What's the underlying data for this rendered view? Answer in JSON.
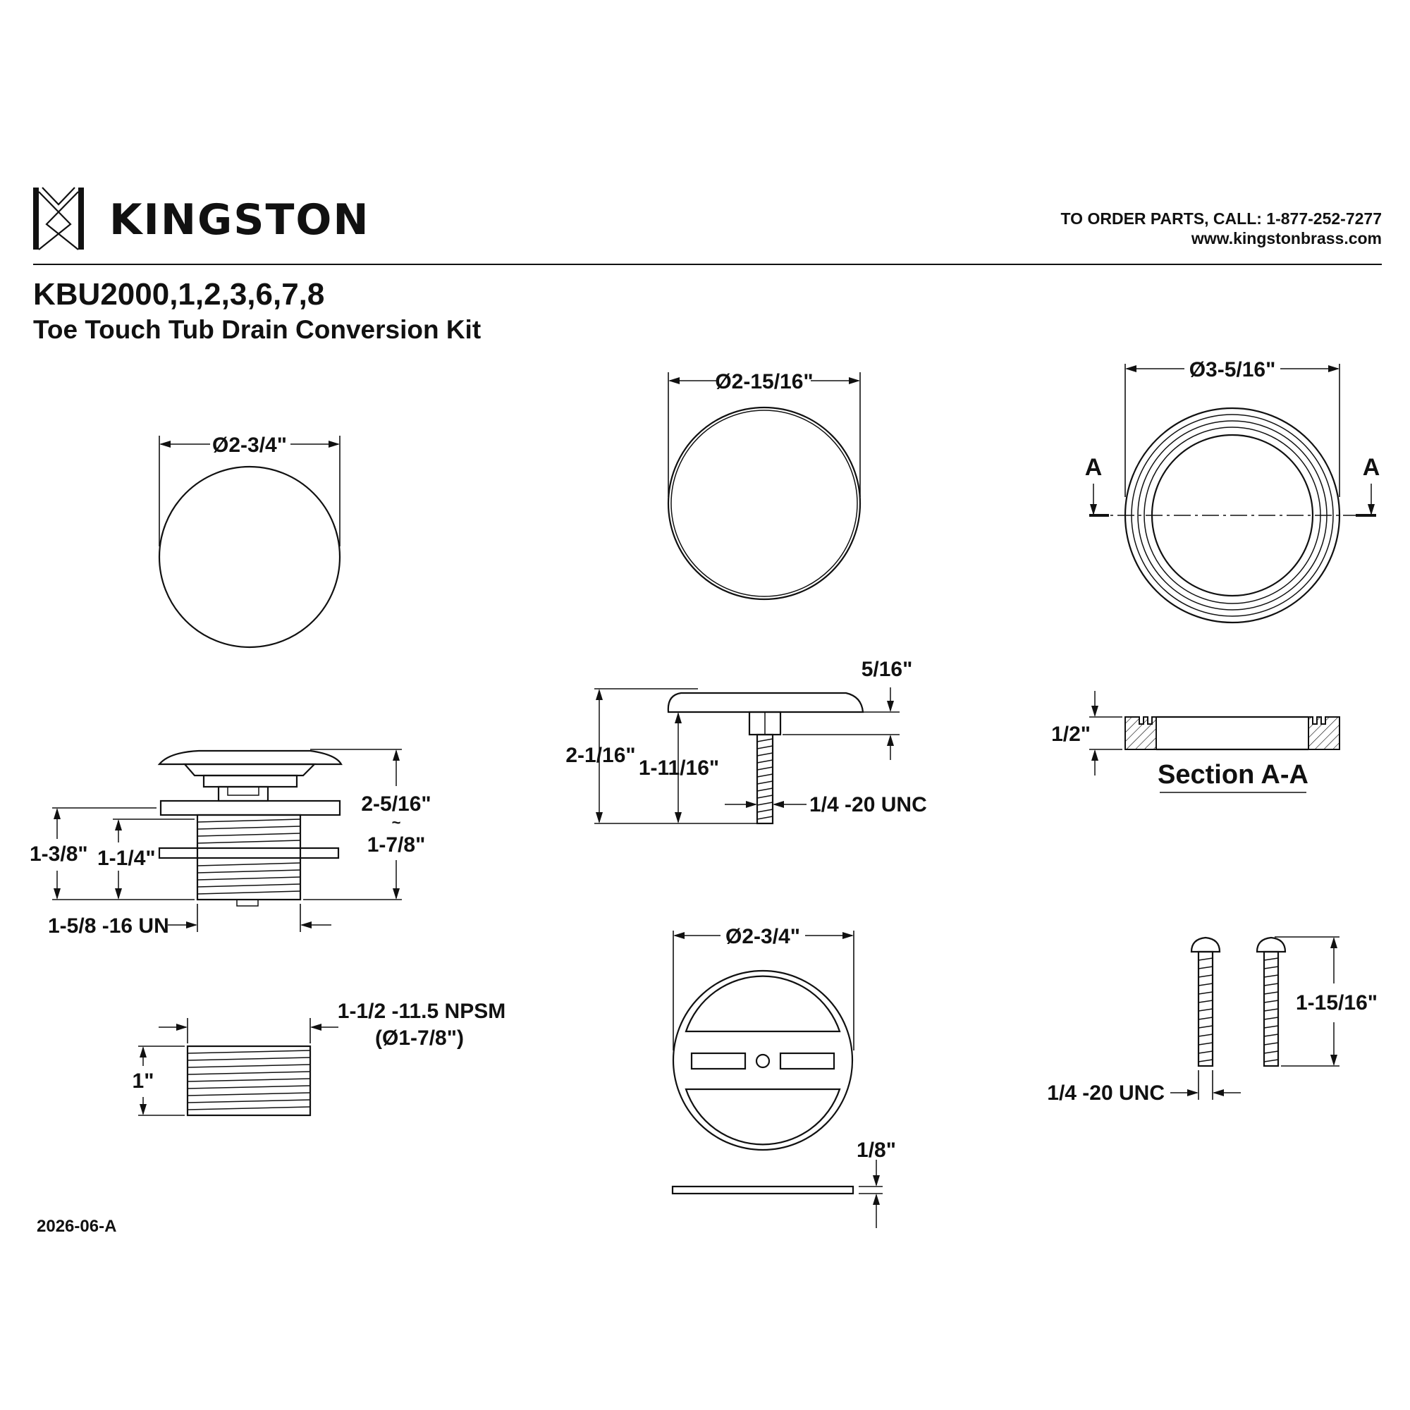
{
  "brand": {
    "name": "KINGSTON"
  },
  "header": {
    "order_line": "TO ORDER PARTS, CALL: 1-877-252-7277",
    "website": "www.kingstonbrass.com"
  },
  "product": {
    "model": "KBU2000,1,2,3,6,7,8",
    "name": "Toe Touch Tub Drain Conversion Kit"
  },
  "doc_code": "2026-06-A",
  "dims": {
    "cap_dia": "Ø2-3/4\"",
    "stopper_dia": "Ø2-15/16\"",
    "gasket_dia": "Ø3-5/16\"",
    "section_marker": "A",
    "stopper_thickness": "5/16\"",
    "stopper_total_height": "2-1/16\"",
    "stopper_stem": "1-11/16\"",
    "stopper_thread": "1/4 -20 UNC",
    "gasket_thickness": "1/2\"",
    "section_label": "Section A-A",
    "drain_a": "1-3/8\"",
    "drain_b": "1-1/4\"",
    "drain_height_a": "2-5/16\"",
    "drain_height_sep": "~",
    "drain_height_b": "1-7/8\"",
    "drain_thread": "1-5/8 -16 UN",
    "plate_dia": "Ø2-3/4\"",
    "plate_thickness": "1/8\"",
    "adapter_thread": "1-1/2 -11.5 NPSM",
    "adapter_dia": "(Ø1-7/8\")",
    "adapter_height": "1\"",
    "screw_length": "1-15/16\"",
    "screw_thread": "1/4 -20 UNC"
  }
}
